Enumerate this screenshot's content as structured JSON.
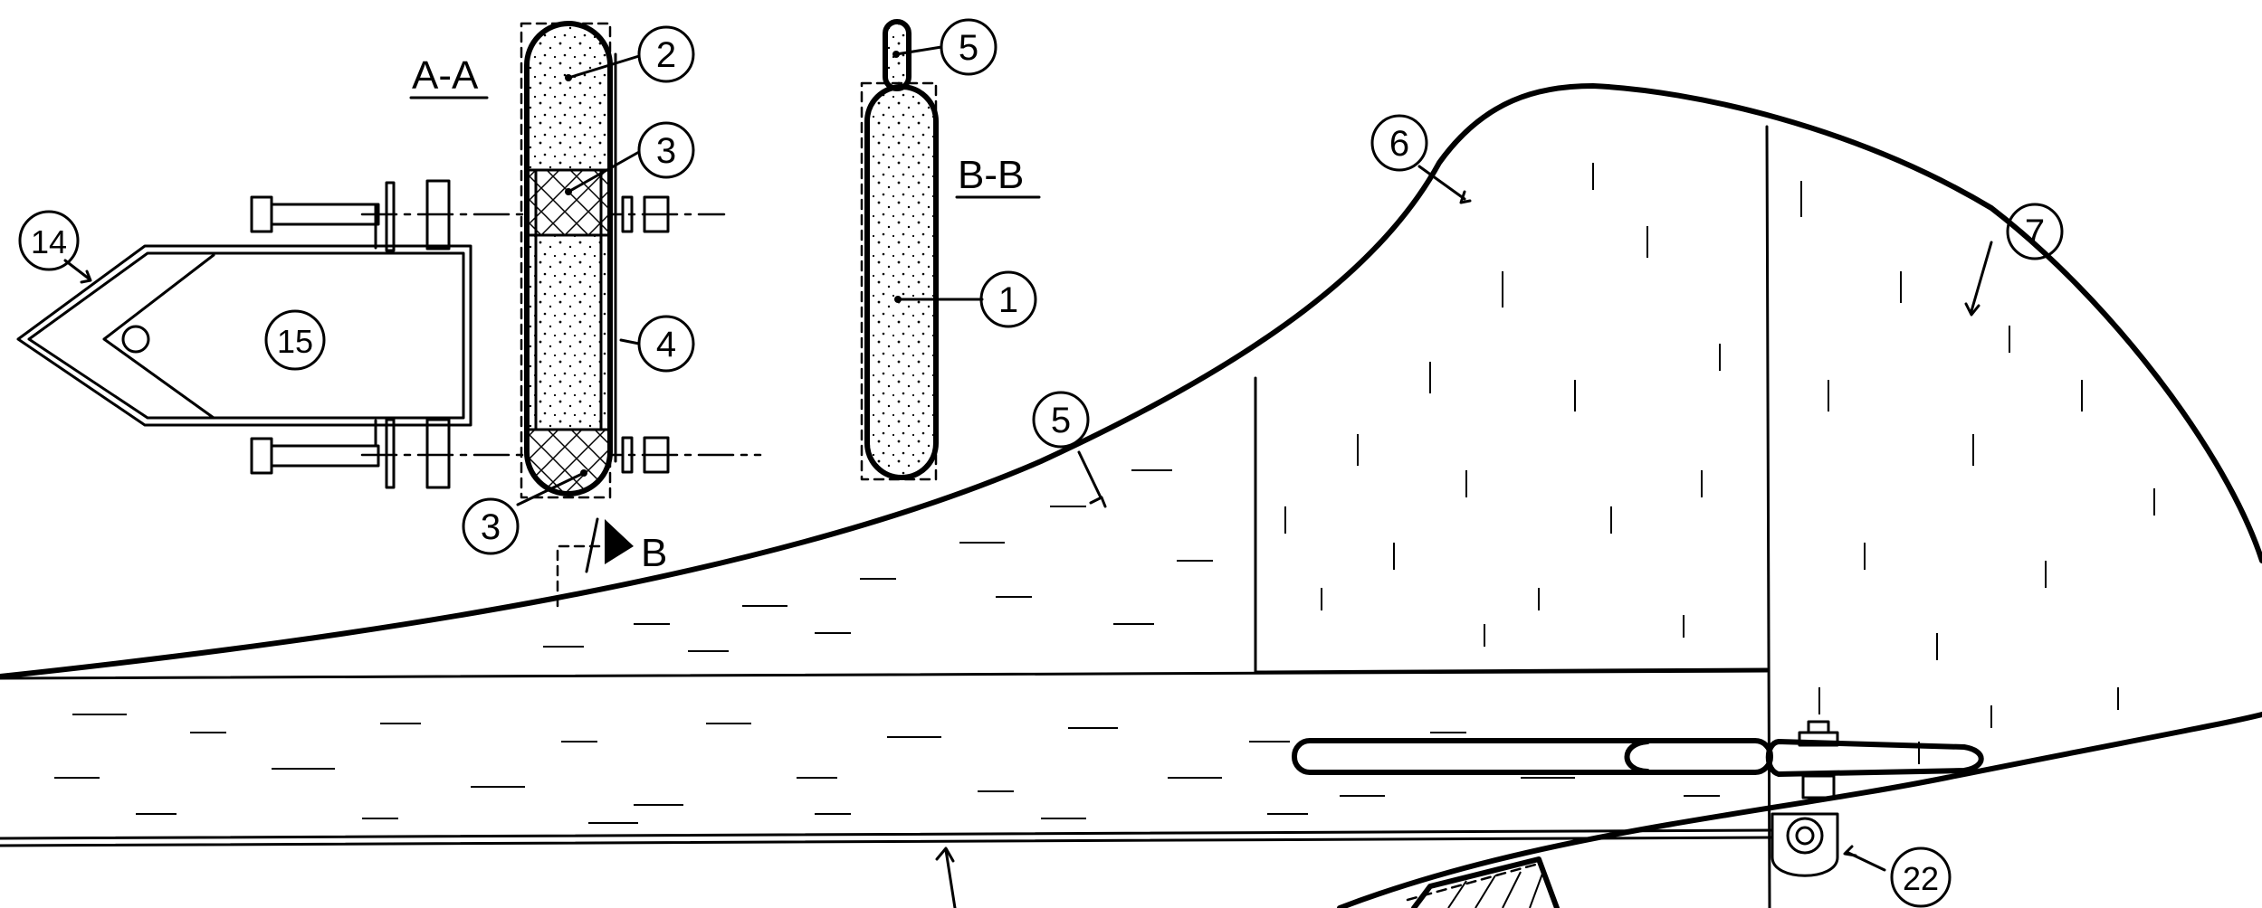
{
  "section_labels": {
    "aa": "A-A",
    "bb": "B-B",
    "b_arrow": "B"
  },
  "callouts": [
    {
      "id": "c1",
      "text": "1"
    },
    {
      "id": "c2",
      "text": "2"
    },
    {
      "id": "c3a",
      "text": "3"
    },
    {
      "id": "c3b",
      "text": "3"
    },
    {
      "id": "c4",
      "text": "4"
    },
    {
      "id": "c5a",
      "text": "5"
    },
    {
      "id": "c5b",
      "text": "5"
    },
    {
      "id": "c6",
      "text": "6"
    },
    {
      "id": "c7",
      "text": "7"
    },
    {
      "id": "c14",
      "text": "14"
    },
    {
      "id": "c15",
      "text": "15"
    },
    {
      "id": "c22",
      "text": "22"
    }
  ],
  "colors": {
    "ink": "#000000",
    "paper": "#ffffff"
  }
}
